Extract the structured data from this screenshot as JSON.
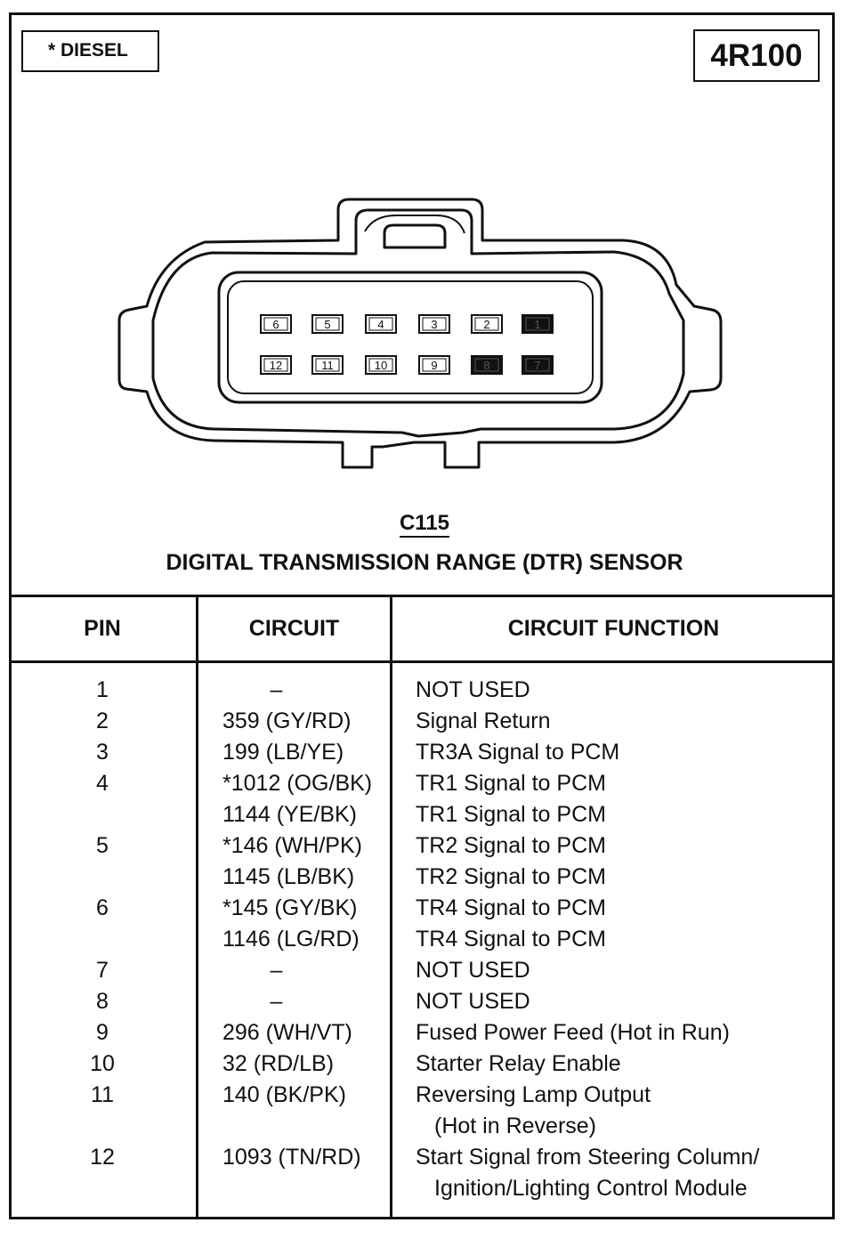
{
  "legend": {
    "diesel_note": "* DIESEL"
  },
  "model": "4R100",
  "connector": {
    "id": "C115",
    "name": "DIGITAL TRANSMISSION RANGE (DTR) SENSOR",
    "pins_top": [
      {
        "label": "6",
        "used": true
      },
      {
        "label": "5",
        "used": true
      },
      {
        "label": "4",
        "used": true
      },
      {
        "label": "3",
        "used": true
      },
      {
        "label": "2",
        "used": true
      },
      {
        "label": "1",
        "used": false
      }
    ],
    "pins_bottom": [
      {
        "label": "12",
        "used": true
      },
      {
        "label": "11",
        "used": true
      },
      {
        "label": "10",
        "used": true
      },
      {
        "label": "9",
        "used": true
      },
      {
        "label": "8",
        "used": false
      },
      {
        "label": "7",
        "used": false
      }
    ]
  },
  "table": {
    "headers": {
      "pin": "PIN",
      "circuit": "CIRCUIT",
      "function": "CIRCUIT FUNCTION"
    },
    "rows": [
      {
        "pin": "1",
        "circuit": "–",
        "function": "NOT USED"
      },
      {
        "pin": "2",
        "circuit": "359 (GY/RD)",
        "function": "Signal Return"
      },
      {
        "pin": "3",
        "circuit": "199 (LB/YE)",
        "function": "TR3A Signal to PCM"
      },
      {
        "pin": "4",
        "circuit": "*1012 (OG/BK)",
        "function": "TR1 Signal to PCM"
      },
      {
        "pin": "",
        "circuit": "1144 (YE/BK)",
        "function": "TR1 Signal to PCM"
      },
      {
        "pin": "5",
        "circuit": "*146 (WH/PK)",
        "function": "TR2 Signal to PCM"
      },
      {
        "pin": "",
        "circuit": "1145 (LB/BK)",
        "function": "TR2 Signal to PCM"
      },
      {
        "pin": "6",
        "circuit": "*145 (GY/BK)",
        "function": "TR4 Signal to PCM"
      },
      {
        "pin": "",
        "circuit": "1146 (LG/RD)",
        "function": "TR4 Signal to PCM"
      },
      {
        "pin": "7",
        "circuit": "–",
        "function": "NOT USED"
      },
      {
        "pin": "8",
        "circuit": "–",
        "function": "NOT USED"
      },
      {
        "pin": "9",
        "circuit": "296 (WH/VT)",
        "function": "Fused Power Feed (Hot in Run)"
      },
      {
        "pin": "10",
        "circuit": "32 (RD/LB)",
        "function": "Starter Relay Enable"
      },
      {
        "pin": "11",
        "circuit": "140 (BK/PK)",
        "function": "Reversing Lamp Output"
      },
      {
        "pin": "",
        "circuit": "",
        "function": "(Hot in Reverse)",
        "indent": true
      },
      {
        "pin": "12",
        "circuit": "1093 (TN/RD)",
        "function": "Start Signal from Steering Column/"
      },
      {
        "pin": "",
        "circuit": "",
        "function": "Ignition/Lighting Control Module",
        "indent": true
      }
    ]
  }
}
